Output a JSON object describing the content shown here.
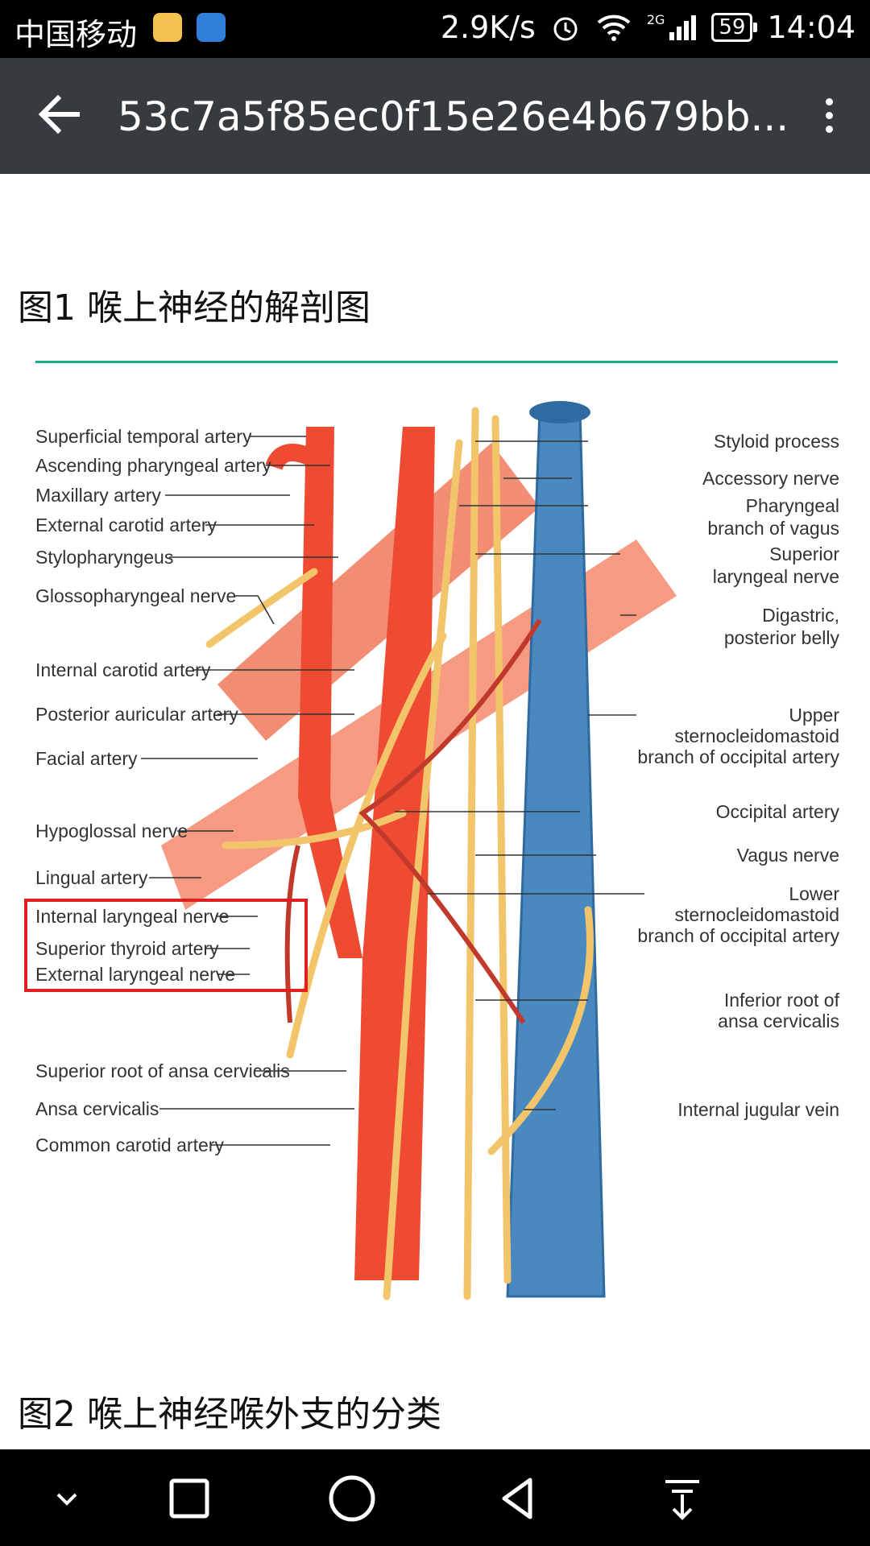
{
  "status_bar": {
    "carrier": "中国移动",
    "network_speed": "2.9K/s",
    "network_type": "2G",
    "battery": "59",
    "time": "14:04"
  },
  "toolbar": {
    "title": "53c7a5f85ec0f15e26e4b679bb..."
  },
  "content": {
    "figure1_caption": "图1 喉上神经的解剖图",
    "figure2_caption": "图2 喉上神经喉外支的分类",
    "accent_color": "#1aad8a"
  },
  "figure": {
    "left_labels": [
      "Superficial temporal artery",
      "Ascending pharyngeal artery",
      "Maxillary artery",
      "External carotid artery",
      "Stylopharyngeus",
      "Glossopharyngeal nerve",
      "Internal carotid artery",
      "Posterior auricular artery",
      "Facial artery",
      "Hypoglossal nerve",
      "Lingual artery",
      "Internal laryngeal nerve",
      "Superior thyroid artery",
      "External laryngeal nerve",
      "Superior root of ansa cervicalis",
      "Ansa cervicalis",
      "Common carotid artery"
    ],
    "right_labels": [
      [
        "Styloid process"
      ],
      [
        "Accessory nerve"
      ],
      [
        "Pharyngeal",
        "branch of vagus"
      ],
      [
        "Superior",
        "laryngeal nerve"
      ],
      [
        "Digastric,",
        "posterior belly"
      ],
      [
        "Upper",
        "sternocleidomastoid",
        "branch of occipital artery"
      ],
      [
        "Occipital artery"
      ],
      [
        "Vagus nerve"
      ],
      [
        "Lower",
        "sternocleidomastoid",
        "branch of occipital artery"
      ],
      [
        "Inferior root of",
        "ansa cervicalis"
      ],
      [
        "Internal jugular vein"
      ]
    ],
    "highlight_color": "#e02020"
  }
}
